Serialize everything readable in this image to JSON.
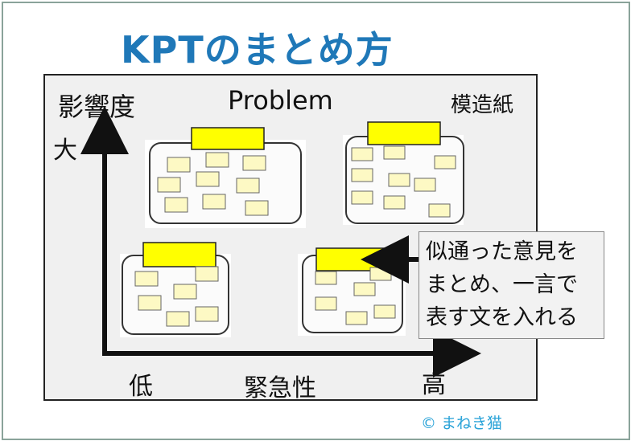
{
  "title": "KPTのまとめ方",
  "labels": {
    "influence": "影響度",
    "problem": "Problem",
    "paper": "模造紙",
    "big": "大",
    "low": "低",
    "urgency": "緊急性",
    "high": "高"
  },
  "callout": {
    "line1": "似通った意見を",
    "line2": "まとめ、一言で",
    "line3": "表す文を入れる"
  },
  "credit": "© まねき猫",
  "colors": {
    "title": "#1f78b8",
    "header_note": "#ffff00",
    "sticky_note": "#fdf9c4",
    "credit": "#2aa3d8"
  }
}
